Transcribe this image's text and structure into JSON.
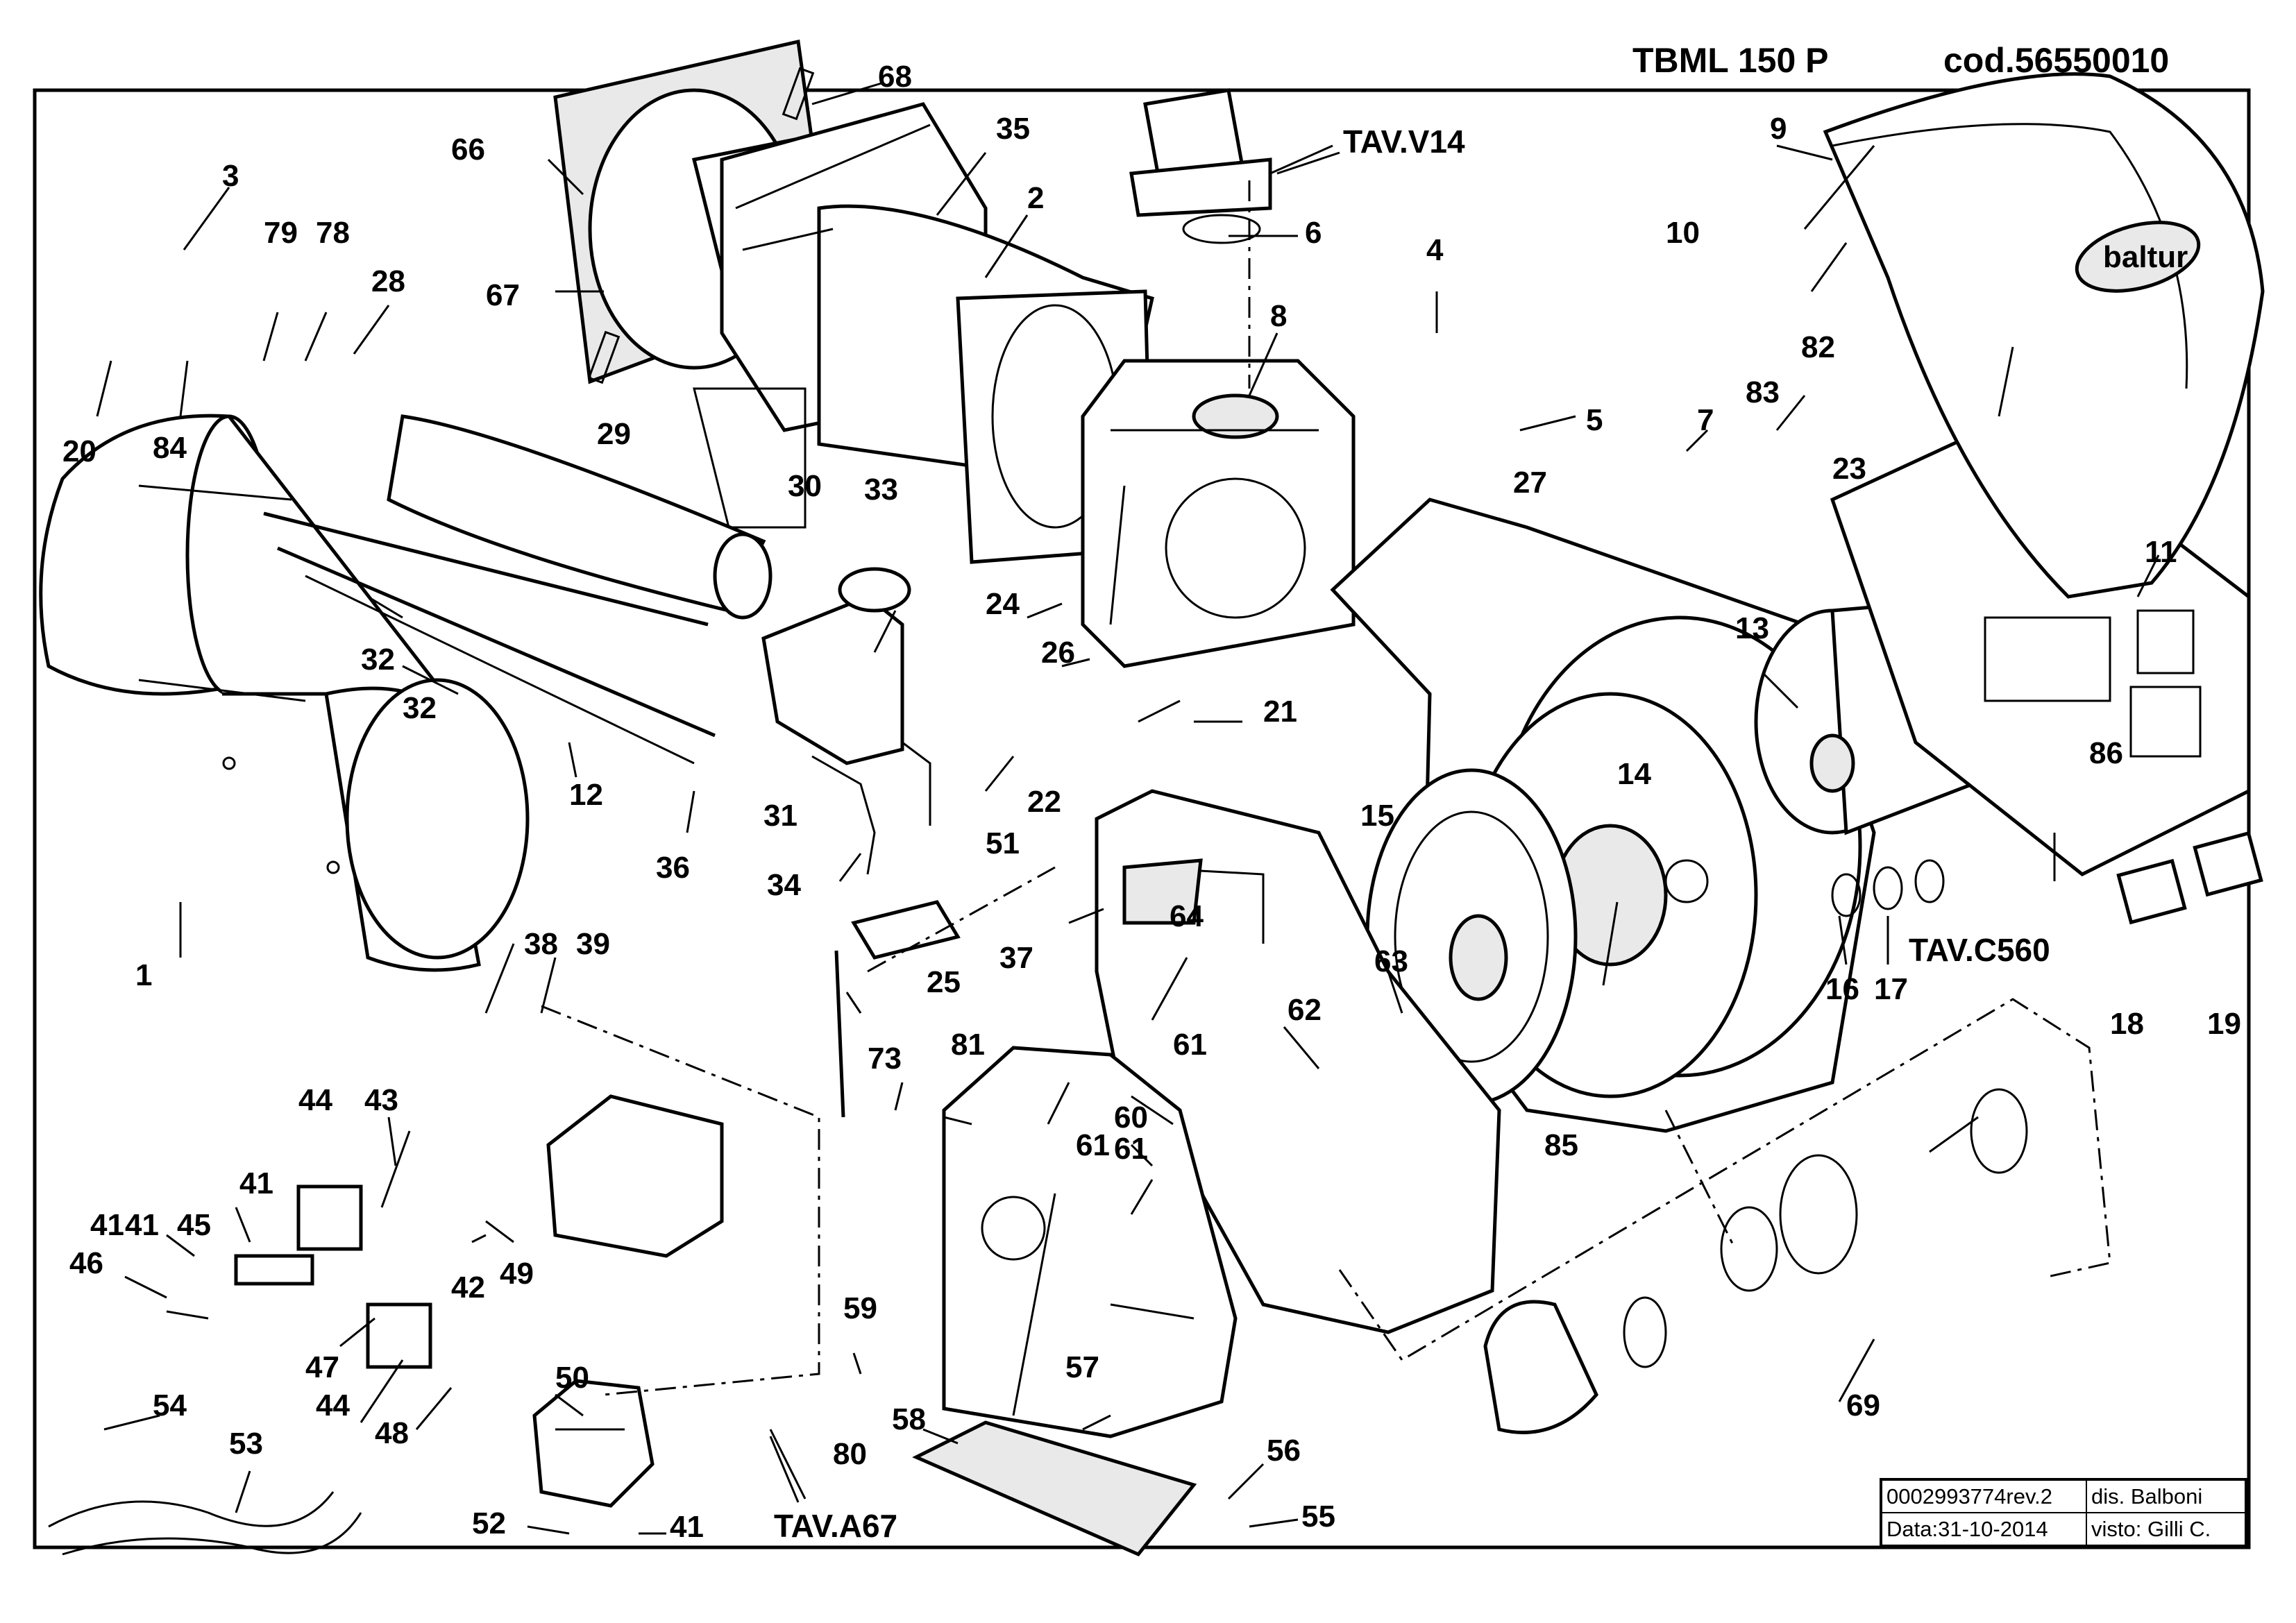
{
  "header": {
    "model": "TBML 150 P",
    "code": "cod.56550010"
  },
  "title_block": {
    "drawing_number": "0002993774rev.2",
    "designer": "dis. Balboni",
    "date": "Data:31-10-2014",
    "checked": "visto: Gilli C."
  },
  "references": {
    "v14": "TAV.V14",
    "c560": "TAV.C560",
    "a67": "TAV.A67"
  },
  "brand_logo": "baltur",
  "part_numbers": [
    "1",
    "2",
    "3",
    "4",
    "5",
    "6",
    "7",
    "8",
    "9",
    "10",
    "11",
    "12",
    "13",
    "14",
    "15",
    "16",
    "17",
    "18",
    "19",
    "20",
    "21",
    "22",
    "23",
    "24",
    "25",
    "26",
    "27",
    "28",
    "29",
    "30",
    "31",
    "32",
    "32",
    "33",
    "34",
    "35",
    "36",
    "37",
    "38",
    "39",
    "41",
    "41",
    "41",
    "41",
    "42",
    "43",
    "44",
    "44",
    "45",
    "46",
    "47",
    "48",
    "49",
    "50",
    "51",
    "52",
    "53",
    "54",
    "55",
    "56",
    "57",
    "58",
    "59",
    "60",
    "61",
    "61",
    "61",
    "62",
    "63",
    "64",
    "66",
    "67",
    "68",
    "69",
    "73",
    "78",
    "79",
    "80",
    "81",
    "82",
    "83",
    "84",
    "85",
    "86"
  ]
}
